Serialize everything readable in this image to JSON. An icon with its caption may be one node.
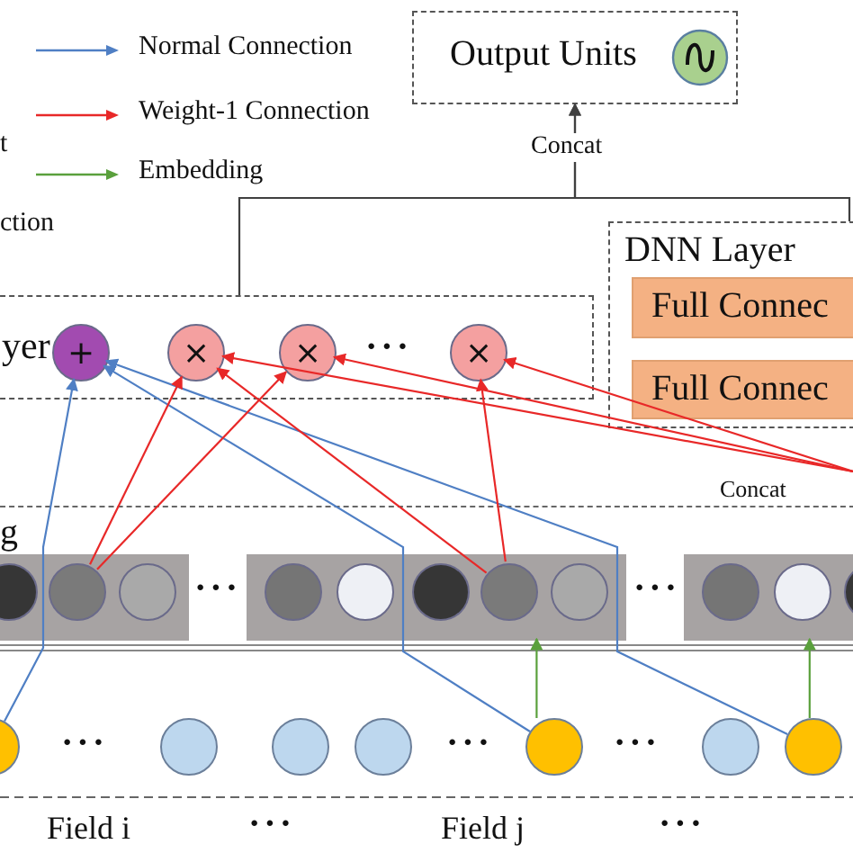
{
  "diagram": {
    "nodes": [
      {
        "text": [
          "Output Units"
        ]
      },
      {
        "text": [
          "DNN Layer"
        ]
      },
      {
        "text": [
          "Full Connec"
        ],
        "in": 1
      },
      {
        "text": [
          "Full Connec"
        ],
        "in": 1
      },
      {
        "text": [
          "yer"
        ]
      },
      {
        "text": [
          "+"
        ],
        "in": 4
      },
      {
        "text": [
          "×"
        ],
        "in": 4
      },
      {
        "text": [
          "×"
        ],
        "in": 4
      },
      {
        "text": [
          "×"
        ],
        "in": 4
      },
      {
        "text": [
          "g"
        ]
      },
      {
        "text": [],
        "shape": "bar",
        "in": 9
      },
      {
        "text": [],
        "shape": "circle",
        "in": 10
      },
      {
        "text": [],
        "shape": "circle",
        "in": 10
      },
      {
        "text": [],
        "shape": "circle",
        "in": 10
      },
      {
        "text": [],
        "shape": "bar",
        "in": 9
      },
      {
        "text": [],
        "shape": "circle",
        "in": 14
      },
      {
        "text": [],
        "shape": "circle",
        "in": 14
      },
      {
        "text": [],
        "shape": "circle",
        "in": 14
      },
      {
        "text": [],
        "shape": "circle",
        "in": 14
      },
      {
        "text": [],
        "shape": "circle",
        "in": 14
      },
      {
        "text": [],
        "shape": "bar",
        "in": 9
      },
      {
        "text": [],
        "shape": "circle",
        "in": 20
      },
      {
        "text": [],
        "shape": "circle",
        "in": 20
      },
      {
        "text": [],
        "shape": "circle",
        "in": 20
      },
      {
        "text": [],
        "shape": "circle"
      },
      {
        "text": [],
        "shape": "circle"
      },
      {
        "text": [],
        "shape": "circle"
      },
      {
        "text": [],
        "shape": "circle"
      },
      {
        "text": [],
        "shape": "circle"
      },
      {
        "text": [],
        "shape": "circle"
      },
      {
        "text": [],
        "shape": "circle"
      }
    ],
    "edges": [
      {
        "from": 4,
        "to": 0,
        "arrow": "to",
        "label": "Concat",
        "color": "#404040"
      },
      {
        "from": 1,
        "to": 0,
        "arrow": "to",
        "color": "#404040"
      },
      {
        "from": 24,
        "to": 5,
        "arrow": "to",
        "color": "#4f7fc4"
      },
      {
        "from": 28,
        "to": 5,
        "arrow": "to",
        "color": "#4f7fc4"
      },
      {
        "from": 30,
        "to": 5,
        "arrow": "to",
        "color": "#4f7fc4"
      },
      {
        "from": 28,
        "to": 14,
        "arrow": "to",
        "color": "#5aa03c"
      },
      {
        "from": 30,
        "to": 20,
        "arrow": "to",
        "color": "#5aa03c"
      },
      {
        "from": 12,
        "to": 6,
        "arrow": "to",
        "color": "#e82828"
      },
      {
        "from": 12,
        "to": 7,
        "arrow": "to",
        "color": "#e82828"
      },
      {
        "from": 18,
        "to": 6,
        "arrow": "to",
        "color": "#e82828"
      },
      {
        "from": 18,
        "to": 8,
        "arrow": "to",
        "color": "#e82828"
      },
      {
        "from": null,
        "to": 6,
        "arrow": "to",
        "color": "#e82828"
      },
      {
        "from": null,
        "to": 7,
        "arrow": "to",
        "color": "#e82828"
      },
      {
        "from": null,
        "to": 8,
        "arrow": "to",
        "color": "#e82828"
      }
    ],
    "labels": [
      "t",
      "ction",
      "···",
      "Concat",
      "···",
      "···",
      "···",
      "···",
      "···",
      "Field i",
      "···",
      "Field j",
      "···"
    ],
    "legend": [
      {
        "text": "Normal Connection"
      },
      {
        "text": "Weight-1 Connection"
      },
      {
        "text": "Embedding"
      }
    ]
  }
}
